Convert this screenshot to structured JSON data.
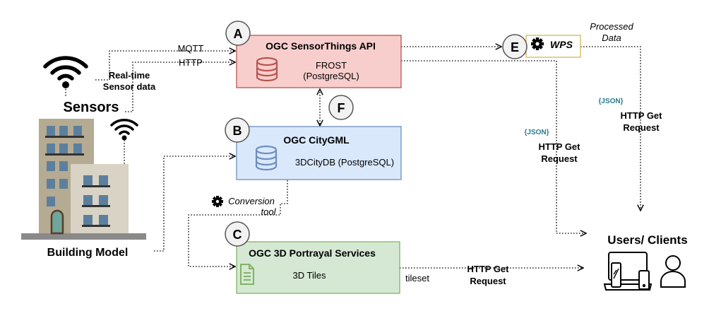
{
  "colors": {
    "sensorthings_fill": "#f8cecc",
    "sensorthings_stroke": "#b85450",
    "citygml_fill": "#dae8fc",
    "citygml_stroke": "#6c8ebf",
    "portrayal_fill": "#d5e8d4",
    "portrayal_stroke": "#82b366",
    "wps_stroke": "#d6b656",
    "json_text": "#2a7a8c"
  },
  "icons": [
    "wifi-icon",
    "database-icon",
    "gear-icon",
    "document-icon",
    "devices-icon",
    "user-icon",
    "building-icon"
  ],
  "sensors": {
    "label": "Sensors",
    "realtime_line1": "Real-time",
    "realtime_line2": "Sensor data",
    "mqtt": "MQTT",
    "http": "HTTP"
  },
  "building": {
    "label": "Building Model"
  },
  "badges": {
    "a": "A",
    "b": "B",
    "c": "C",
    "e": "E",
    "f": "F"
  },
  "sensorthings": {
    "title": "OGC SensorThings API",
    "line1": "FROST",
    "line2": "(PostgreSQL)"
  },
  "citygml": {
    "title": "OGC CityGML",
    "subtitle": "3DCityDB (PostgreSQL)"
  },
  "portrayal": {
    "title": "OGC 3D Portrayal Services",
    "subtitle": "3D Tiles",
    "tileset": "tileset"
  },
  "conversion": {
    "line1": "Conversion",
    "line2": "tool"
  },
  "wps": {
    "label": "WPS",
    "processed_line1": "Processed",
    "processed_line2": "Data"
  },
  "requests": {
    "json": "{JSON}",
    "http_get_line1": "HTTP Get",
    "http_get_line2": "Request"
  },
  "users": {
    "label": "Users/ Clients"
  }
}
